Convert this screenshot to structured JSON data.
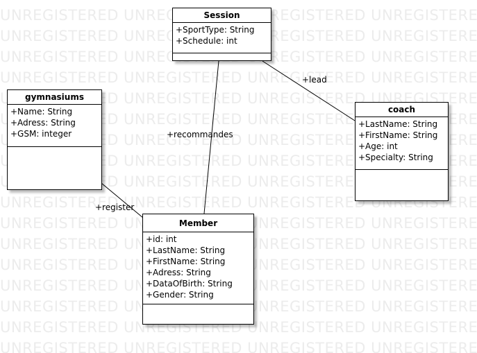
{
  "watermark": "UNREGISTERED",
  "classes": {
    "session": {
      "name": "Session",
      "attributes": [
        "+SportType: String",
        "+Schedule: int"
      ]
    },
    "gymnasiums": {
      "name": "gymnasiums",
      "attributes": [
        "+Name: String",
        "+Adress: String",
        "+GSM: integer"
      ]
    },
    "coach": {
      "name": "coach",
      "attributes": [
        "+LastName: String",
        "+FirstName: String",
        "+Age: int",
        "+Specialty: String"
      ]
    },
    "member": {
      "name": "Member",
      "attributes": [
        "+id: int",
        "+LastName: String",
        "+FirstName: String",
        "+Adress: String",
        "+DataOfBirth: String",
        "+Gender: String"
      ]
    }
  },
  "associations": {
    "lead": "+lead",
    "recommandes": "+recommandes",
    "register": "+register"
  }
}
